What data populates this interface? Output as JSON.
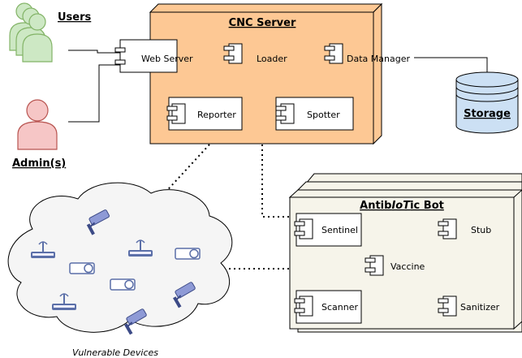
{
  "actors": {
    "users_label": "Users",
    "admins_label": "Admin(s)"
  },
  "cnc_server": {
    "title": "CNC Server",
    "components": {
      "web_server": "Web Server",
      "loader": "Loader",
      "data_manager": "Data Manager",
      "reporter": "Reporter",
      "spotter": "Spotter"
    }
  },
  "storage": {
    "label": "Storage"
  },
  "bot": {
    "title_prefix": "Antib",
    "title_italic": "IoT",
    "title_suffix": "ic Bot",
    "components": {
      "sentinel": "Sentinel",
      "stub": "Stub",
      "vaccine": "Vaccine",
      "scanner": "Scanner",
      "sanitizer": "Sanitizer"
    }
  },
  "devices": {
    "caption": "Vulnerable Devices"
  },
  "colors": {
    "server_fill": "#fdc894",
    "bot_fill": "#f6f4ea",
    "users_fill": "#cde8c4",
    "users_stroke": "#82b366",
    "admin_fill": "#f6c6c6",
    "admin_stroke": "#b85450",
    "storage_fill": "#cce0f4",
    "cloud_fill": "#f5f5f5",
    "device_blue": "#5b6fa8"
  }
}
